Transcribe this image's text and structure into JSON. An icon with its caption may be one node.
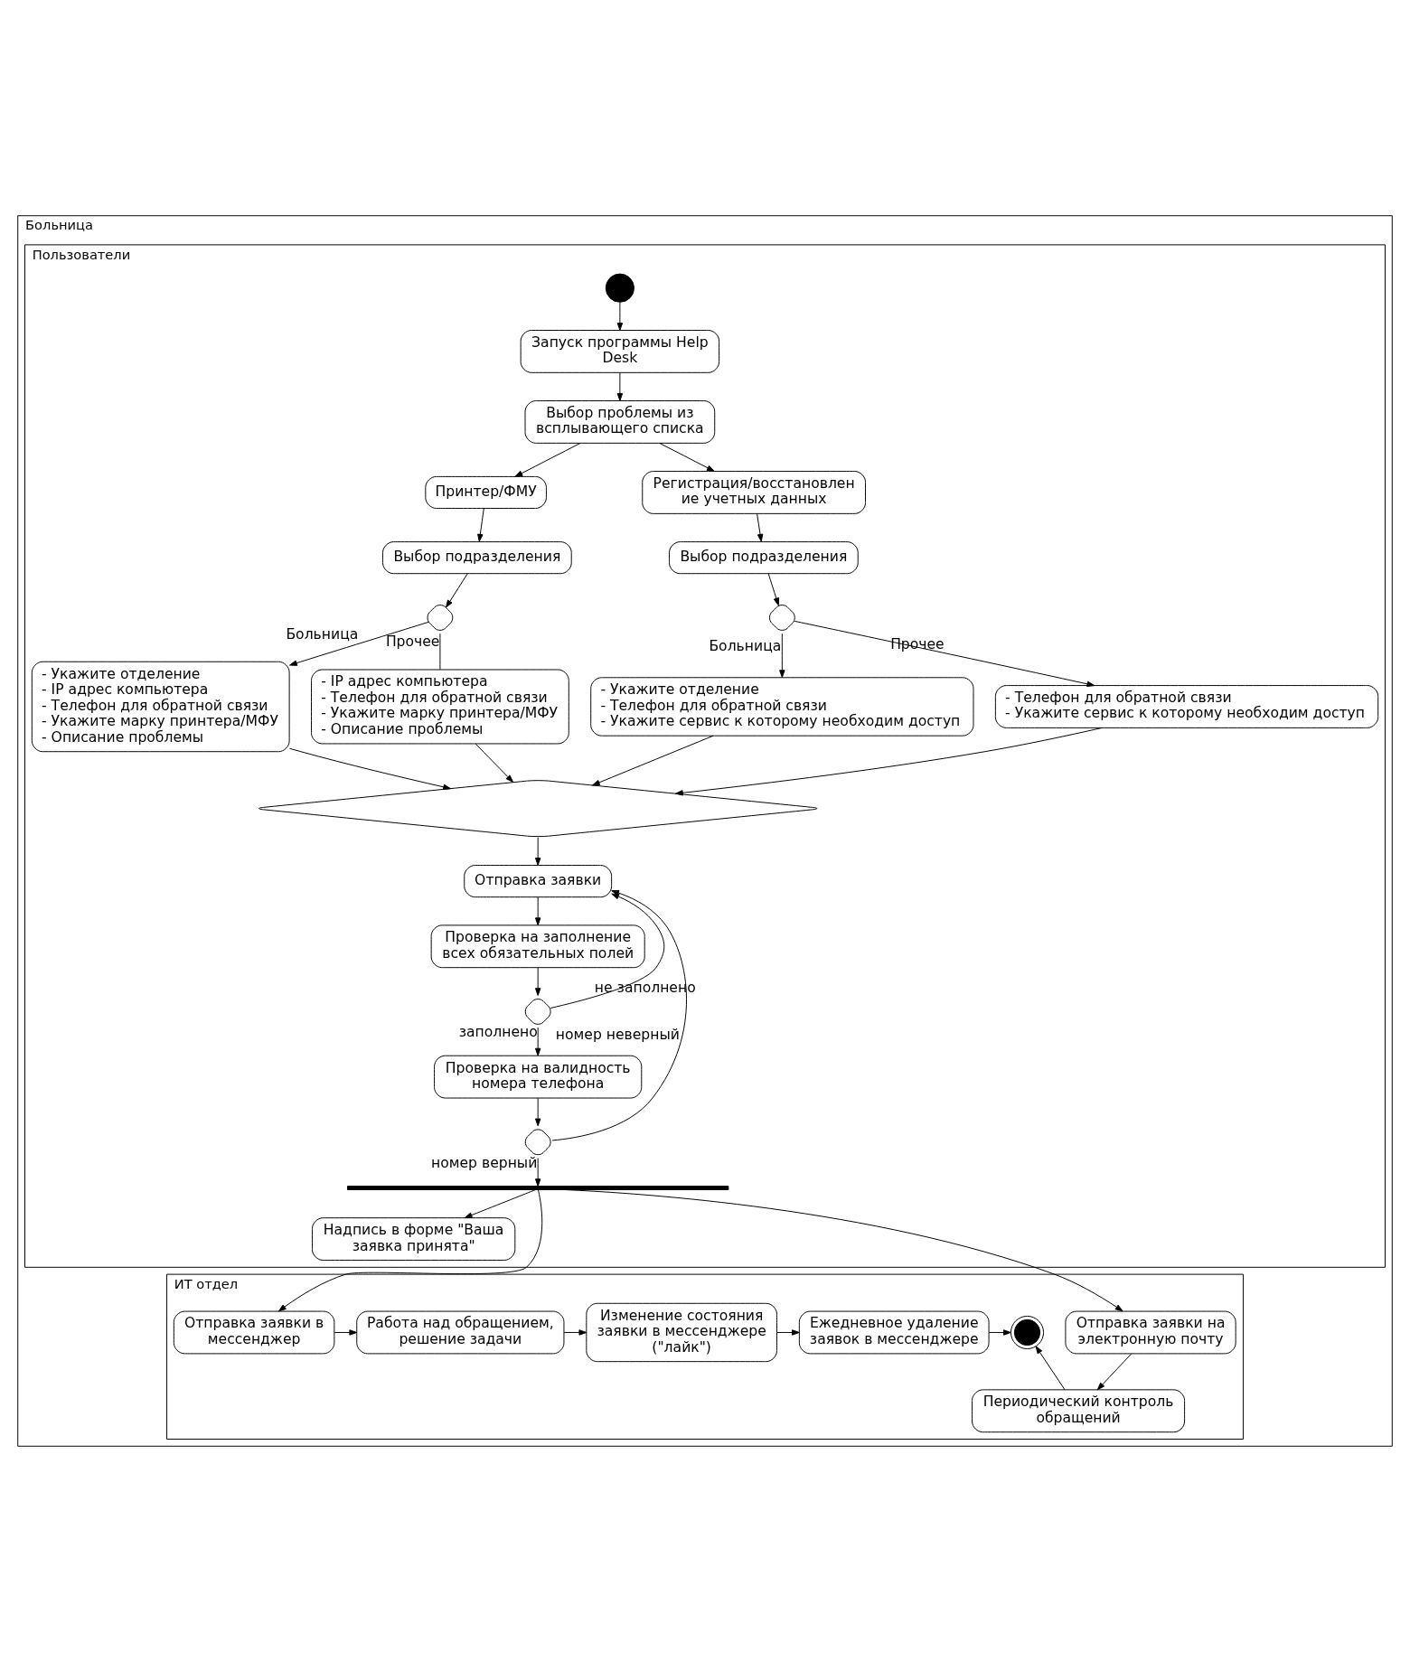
{
  "diagram": {
    "nodes": [
      {
        "text": [
          "Больница"
        ]
      },
      {
        "text": [
          "Пользователи"
        ],
        "in": 0
      },
      {
        "text": [
          "ИТ отдел"
        ],
        "in": 0
      },
      {
        "text": [],
        "shape": "circle",
        "in": 1
      },
      {
        "text": [
          "Запуск программы Help Desk"
        ],
        "in": 1
      },
      {
        "text": [
          "Выбор проблемы из всплывающего списка"
        ],
        "in": 1
      },
      {
        "text": [
          "Принтер/ФМУ"
        ],
        "in": 1
      },
      {
        "text": [
          "Регистрация/восстановление учетных данных"
        ],
        "in": 1
      },
      {
        "text": [
          "Выбор подразделения"
        ],
        "in": 1
      },
      {
        "text": [
          "Выбор подразделения"
        ],
        "in": 1
      },
      {
        "text": [],
        "shape": "diamond",
        "in": 1
      },
      {
        "text": [],
        "shape": "diamond",
        "in": 1
      },
      {
        "text": [
          "- Укажите отделение",
          "- IP адрес компьютера",
          "- Телефон для обратной связи",
          "- Укажите марку принтера/МФУ",
          "- Описание проблемы"
        ],
        "in": 1
      },
      {
        "text": [
          "- IP адрес компьютера",
          "- Телефон для обратной связи",
          "- Укажите марку принтера/МФУ",
          "- Описание проблемы"
        ],
        "in": 1
      },
      {
        "text": [
          "- Укажите отделение",
          "- Телефон для обратной связи",
          "- Укажите сервис к которому необходим доступ"
        ],
        "in": 1
      },
      {
        "text": [
          "- Телефон для обратной связи",
          "- Укажите сервис к которому необходим доступ"
        ],
        "in": 1
      },
      {
        "text": [],
        "shape": "diamond",
        "in": 1
      },
      {
        "text": [
          "Отправка заявки"
        ],
        "in": 1
      },
      {
        "text": [
          "Проверка на заполнение всех обязательных полей"
        ],
        "in": 1
      },
      {
        "text": [],
        "shape": "diamond",
        "in": 1
      },
      {
        "text": [
          "Проверка на валидность номера телефона"
        ],
        "in": 1
      },
      {
        "text": [],
        "shape": "diamond",
        "in": 1
      },
      {
        "text": [],
        "shape": "bar",
        "in": 1
      },
      {
        "text": [
          "Надпись в форме \"Ваша заявка принята\""
        ],
        "in": 1
      },
      {
        "text": [
          "Отправка заявки на электронную почту"
        ],
        "in": 2
      },
      {
        "text": [
          "Периодический контроль обращений"
        ],
        "in": 2
      },
      {
        "text": [
          "Отправка заявки в мессенджер"
        ],
        "in": 2
      },
      {
        "text": [
          "Работа над обращением, решение задачи"
        ],
        "in": 2
      },
      {
        "text": [
          "Изменение состояния заявки в мессенджере (\"лайк\")"
        ],
        "in": 2
      },
      {
        "text": [
          "Ежедневное удаление заявок в мессенджере"
        ],
        "in": 2
      },
      {
        "text": [],
        "shape": "circle",
        "in": 2
      }
    ],
    "edges": [
      {
        "from": 3,
        "to": 4,
        "arrow": "to"
      },
      {
        "from": 4,
        "to": 5,
        "arrow": "to"
      },
      {
        "from": 5,
        "to": 6,
        "arrow": "to"
      },
      {
        "from": 5,
        "to": 7,
        "arrow": "to"
      },
      {
        "from": 6,
        "to": 8,
        "arrow": "to"
      },
      {
        "from": 7,
        "to": 9,
        "arrow": "to"
      },
      {
        "from": 8,
        "to": 10,
        "arrow": "to"
      },
      {
        "from": 9,
        "to": 11,
        "arrow": "to"
      },
      {
        "from": 10,
        "to": 12,
        "arrow": "to",
        "label": "Больница"
      },
      {
        "from": 10,
        "to": 13,
        "arrow": "none",
        "label": "Прочее"
      },
      {
        "from": 11,
        "to": 14,
        "arrow": "to",
        "label": "Больница"
      },
      {
        "from": 11,
        "to": 15,
        "arrow": "to",
        "label": "Прочее"
      },
      {
        "from": 12,
        "to": 16,
        "arrow": "to"
      },
      {
        "from": 13,
        "to": 16,
        "arrow": "to"
      },
      {
        "from": 14,
        "to": 16,
        "arrow": "to"
      },
      {
        "from": 15,
        "to": 16,
        "arrow": "to"
      },
      {
        "from": 16,
        "to": 17,
        "arrow": "to"
      },
      {
        "from": 17,
        "to": 18,
        "arrow": "to"
      },
      {
        "from": 18,
        "to": 19,
        "arrow": "to"
      },
      {
        "from": 19,
        "to": 17,
        "arrow": "to",
        "label": "не заполнено"
      },
      {
        "from": 19,
        "to": 20,
        "arrow": "to",
        "label": "заполнено"
      },
      {
        "from": 20,
        "to": 21,
        "arrow": "to"
      },
      {
        "from": 21,
        "to": 17,
        "arrow": "to",
        "label": "номер неверный"
      },
      {
        "from": 21,
        "to": 22,
        "arrow": "to",
        "label": "номер верный"
      },
      {
        "from": 22,
        "to": 24,
        "arrow": "to"
      },
      {
        "from": 22,
        "to": 26,
        "arrow": "to"
      },
      {
        "from": 22,
        "to": 23,
        "arrow": "to"
      },
      {
        "from": 24,
        "to": 25,
        "arrow": "to"
      },
      {
        "from": 26,
        "to": 27,
        "arrow": "to"
      },
      {
        "from": 27,
        "to": 28,
        "arrow": "to"
      },
      {
        "from": 28,
        "to": 29,
        "arrow": "to"
      },
      {
        "from": 29,
        "to": 30,
        "arrow": "to"
      },
      {
        "from": 25,
        "to": 30,
        "arrow": "to"
      }
    ]
  }
}
